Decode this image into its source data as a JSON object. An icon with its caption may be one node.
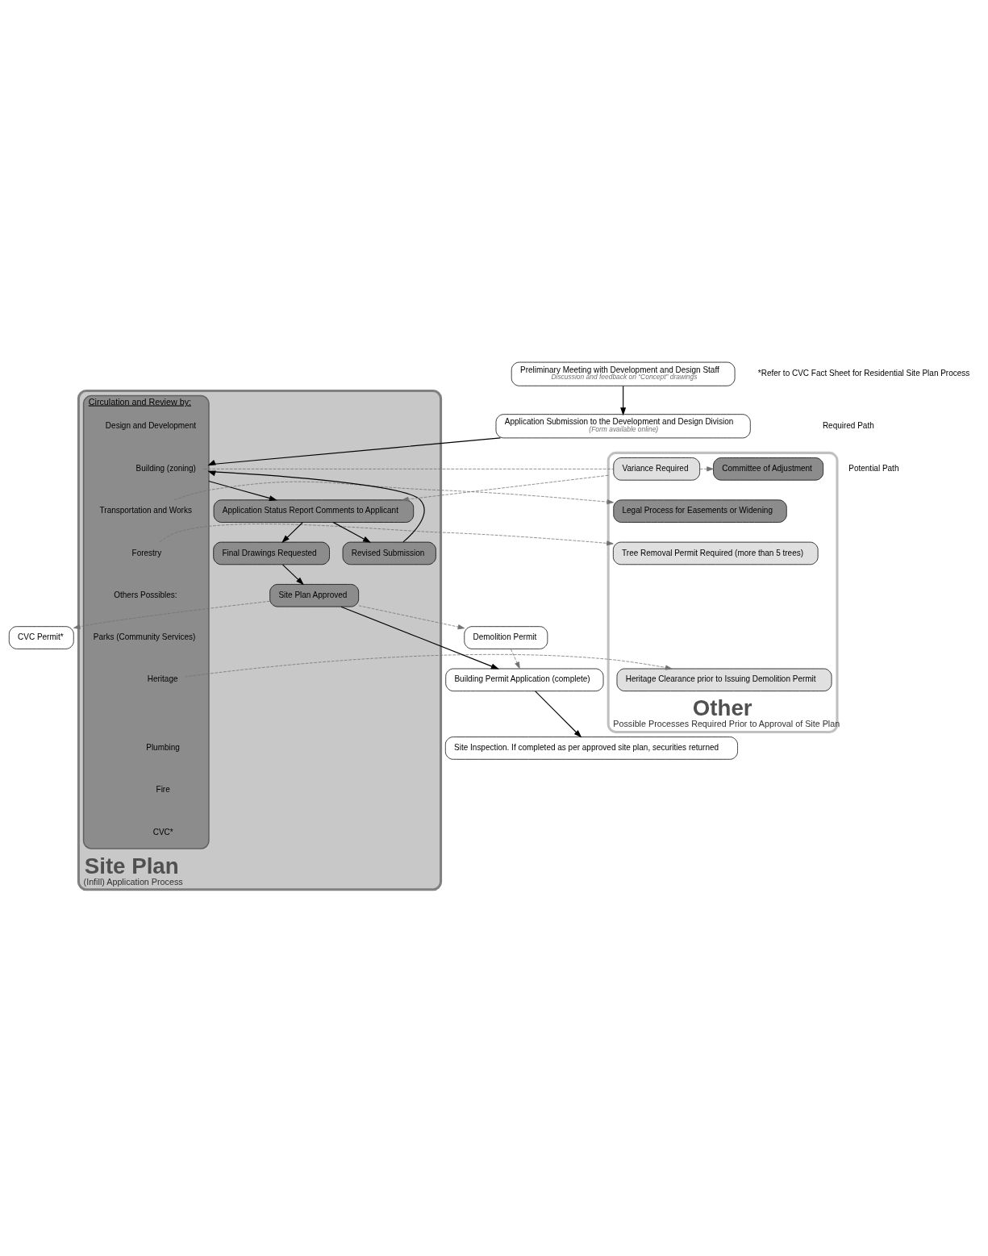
{
  "diagram": {
    "nodes": [
      {
        "text": [
          "Preliminary Meeting with Development and Design Staff",
          "Discussion and feedback on “Concept” drawings"
        ]
      },
      {
        "text": [
          "Application Submission to the Development and Design Division",
          "(Form available online)"
        ]
      },
      {
        "text": [
          "Site Plan",
          "(Infill) Application Process"
        ]
      },
      {
        "text": [
          "Circulation and Review by:"
        ],
        "in": 2
      },
      {
        "text": [
          "Design and Development"
        ],
        "in": 3
      },
      {
        "text": [
          "Building (zoning)"
        ],
        "in": 3
      },
      {
        "text": [
          "Transportation and Works"
        ],
        "in": 3
      },
      {
        "text": [
          "Forestry"
        ],
        "in": 3
      },
      {
        "text": [
          "Others Possibles:"
        ],
        "in": 3
      },
      {
        "text": [
          "Parks (Community Services)"
        ],
        "in": 3
      },
      {
        "text": [
          "Heritage"
        ],
        "in": 3
      },
      {
        "text": [
          "Plumbing"
        ],
        "in": 3
      },
      {
        "text": [
          "Fire"
        ],
        "in": 3
      },
      {
        "text": [
          "CVC*"
        ],
        "in": 3
      },
      {
        "text": [
          "Application Status Report Comments to Applicant"
        ],
        "in": 2
      },
      {
        "text": [
          "Revised Submission"
        ],
        "in": 2
      },
      {
        "text": [
          "Final Drawings Requested"
        ],
        "in": 2
      },
      {
        "text": [
          "Site Plan Approved"
        ],
        "in": 2
      },
      {
        "text": [
          "Other",
          "Possible Processes Required Prior to Approval of Site Plan"
        ]
      },
      {
        "text": [
          "Variance Required"
        ],
        "in": 18
      },
      {
        "text": [
          "Committee of Adjustment"
        ],
        "in": 18
      },
      {
        "text": [
          "Legal Process for Easements or Widening"
        ],
        "in": 18
      },
      {
        "text": [
          "Tree Removal Permit Required (more than 5 trees)"
        ],
        "in": 18
      },
      {
        "text": [
          "Heritage Clearance prior to Issuing Demolition Permit"
        ],
        "in": 18
      },
      {
        "text": [
          "CVC Permit*"
        ]
      },
      {
        "text": [
          "Demolition Permit"
        ]
      },
      {
        "text": [
          "Building Permit Application (complete)"
        ]
      },
      {
        "text": [
          "Site Inspection. If completed as per approved site plan, securities returned"
        ]
      }
    ],
    "edges": [
      {
        "from": 0,
        "to": 1,
        "arrow": "to"
      },
      {
        "from": 1,
        "to": 3,
        "arrow": "to"
      },
      {
        "from": 5,
        "to": 19,
        "arrow": "none",
        "style": "dashed",
        "color": "#707070"
      },
      {
        "from": 19,
        "to": 20,
        "arrow": "to",
        "style": "dashed",
        "color": "#707070"
      },
      {
        "from": 6,
        "to": 21,
        "arrow": "to",
        "style": "dashed",
        "color": "#707070"
      },
      {
        "from": 7,
        "to": 22,
        "arrow": "to",
        "style": "dashed",
        "color": "#707070"
      },
      {
        "from": 10,
        "to": 23,
        "arrow": "to",
        "style": "dashed",
        "color": "#707070"
      },
      {
        "from": 18,
        "to": 14,
        "arrow": "to",
        "style": "dashed",
        "color": "#707070"
      },
      {
        "from": 3,
        "to": 14,
        "arrow": "to"
      },
      {
        "from": 14,
        "to": 15,
        "arrow": "to"
      },
      {
        "from": 14,
        "to": 16,
        "arrow": "to"
      },
      {
        "from": 15,
        "to": 3,
        "arrow": "to"
      },
      {
        "from": 16,
        "to": 17,
        "arrow": "to"
      },
      {
        "from": 17,
        "to": 24,
        "arrow": "to",
        "style": "dashed",
        "color": "#707070"
      },
      {
        "from": 17,
        "to": 25,
        "arrow": "to",
        "style": "dashed",
        "color": "#707070"
      },
      {
        "from": 17,
        "to": 26,
        "arrow": "to"
      },
      {
        "from": 25,
        "to": 26,
        "arrow": "to",
        "style": "dashed",
        "color": "#707070"
      },
      {
        "from": 26,
        "to": 27,
        "arrow": "to"
      }
    ],
    "labels": [
      "*Refer to CVC Fact Sheet for Residential Site Plan Process"
    ],
    "legend": [
      {
        "text": "Required Path"
      },
      {
        "text": "Potential Path"
      }
    ]
  }
}
